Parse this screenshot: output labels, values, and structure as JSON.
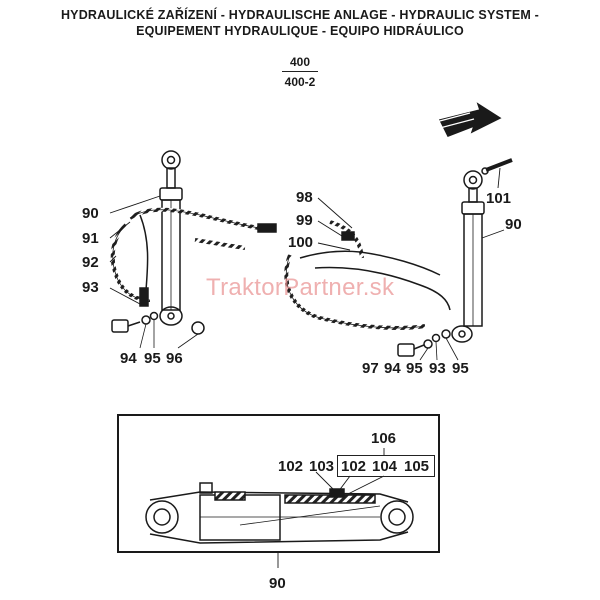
{
  "header": {
    "line1": "HYDRAULICKÉ ZAŘÍZENÍ - HYDRAULISCHE ANLAGE - HYDRAULIC SYSTEM -",
    "line2": "EQUIPEMENT HYDRAULIQUE - EQUIPO HIDRÁULICO"
  },
  "model": {
    "top": "400",
    "bottom": "400-2"
  },
  "watermark": "TraktorPartner.sk",
  "labels": {
    "l90a": "90",
    "l91": "91",
    "l92": "92",
    "l93a": "93",
    "l94a": "94",
    "l95a": "95",
    "l96": "96",
    "l98": "98",
    "l99": "99",
    "l100": "100",
    "l101": "101",
    "l90b": "90",
    "l97": "97",
    "l94b": "94",
    "l95b": "95",
    "l93b": "93",
    "l95c": "95",
    "l106": "106",
    "l102a": "102",
    "l103": "103",
    "l102b": "102",
    "l104": "104",
    "l105": "105",
    "l90c": "90"
  },
  "colors": {
    "ink": "#1a1a1a",
    "watermark": "#e98f8f"
  }
}
